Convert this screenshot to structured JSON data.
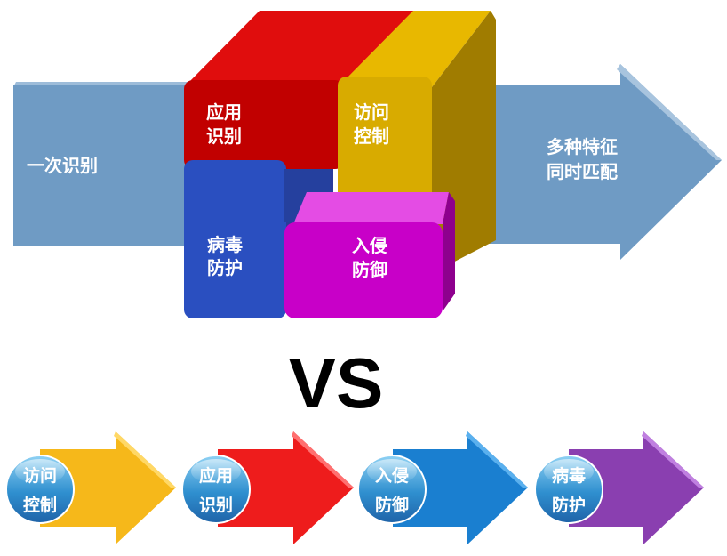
{
  "top": {
    "left_arrow_text": "一次识别",
    "right_arrow_lines": [
      "多种特征",
      "同时匹配"
    ],
    "blocks": {
      "app": {
        "lines": [
          "应用",
          "识别"
        ],
        "color": "#c10000"
      },
      "access": {
        "lines": [
          "访问",
          "控制"
        ],
        "color": "#d8ab00"
      },
      "virus": {
        "lines": [
          "病毒",
          "防护"
        ],
        "color": "#2a4fc0"
      },
      "intrusion": {
        "lines": [
          "入侵",
          "防御"
        ],
        "color": "#c800c8"
      }
    }
  },
  "vs_text": "VS",
  "bottom": [
    {
      "lines": [
        "访问",
        "控制"
      ],
      "color": "#f6b81a"
    },
    {
      "lines": [
        "应用",
        "识别"
      ],
      "color": "#ee1c1c"
    },
    {
      "lines": [
        "入侵",
        "防御"
      ],
      "color": "#1a7fd0"
    },
    {
      "lines": [
        "病毒",
        "防护"
      ],
      "color": "#8a3fb0"
    }
  ],
  "colors": {
    "top_arrow": "#6f9bc4",
    "label_text": "#ffffff",
    "vs_text": "#000000"
  }
}
